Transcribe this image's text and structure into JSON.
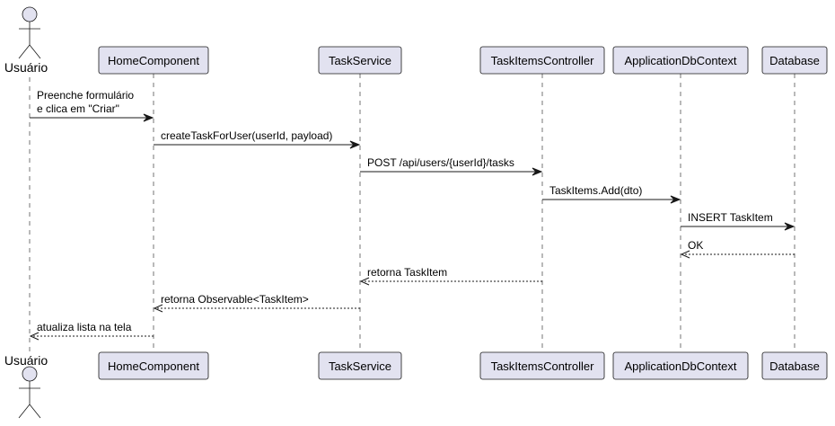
{
  "actor": {
    "label": "Usuário"
  },
  "participants": [
    {
      "id": "home",
      "label": "HomeComponent"
    },
    {
      "id": "service",
      "label": "TaskService"
    },
    {
      "id": "controller",
      "label": "TaskItemsController"
    },
    {
      "id": "db_context",
      "label": "ApplicationDbContext"
    },
    {
      "id": "database",
      "label": "Database"
    }
  ],
  "messages": [
    {
      "from": "actor",
      "to": "home",
      "lines": [
        "Preenche formulário",
        "e clica em \"Criar\""
      ],
      "style": "solid"
    },
    {
      "from": "home",
      "to": "service",
      "lines": [
        "createTaskForUser(userId, payload)"
      ],
      "style": "solid"
    },
    {
      "from": "service",
      "to": "controller",
      "lines": [
        "POST /api/users/{userId}/tasks"
      ],
      "style": "solid"
    },
    {
      "from": "controller",
      "to": "db_context",
      "lines": [
        "TaskItems.Add(dto)"
      ],
      "style": "solid"
    },
    {
      "from": "db_context",
      "to": "database",
      "lines": [
        "INSERT TaskItem"
      ],
      "style": "solid"
    },
    {
      "from": "database",
      "to": "db_context",
      "lines": [
        "OK"
      ],
      "style": "dashed"
    },
    {
      "from": "controller",
      "to": "service",
      "lines": [
        "retorna TaskItem"
      ],
      "style": "dashed"
    },
    {
      "from": "service",
      "to": "home",
      "lines": [
        "retorna Observable<TaskItem>"
      ],
      "style": "dashed"
    },
    {
      "from": "home",
      "to": "actor",
      "lines": [
        "atualiza lista na tela"
      ],
      "style": "dashed"
    }
  ]
}
